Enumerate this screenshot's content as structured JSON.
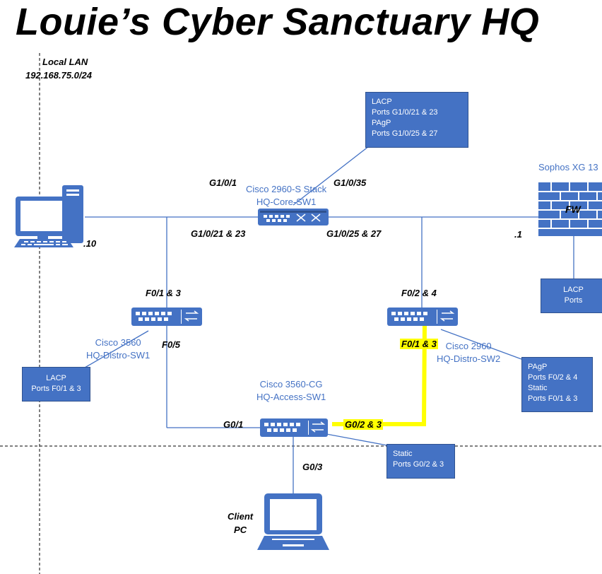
{
  "title": "Louie’s Cyber Sanctuary  HQ",
  "lan": {
    "name": "Local LAN",
    "subnet": "192.168.75.0/24"
  },
  "devices": {
    "core": {
      "model": "Cisco 2960-S Stack",
      "name": "HQ-Core-SW1"
    },
    "firewall": {
      "model": "Sophos XG 13",
      "tag": "FW"
    },
    "distro1": {
      "model": "Cisco 3560",
      "name": "HQ-Distro-SW1"
    },
    "distro2": {
      "model": "Cisco 2960",
      "name": "HQ-Distro-SW2"
    },
    "access": {
      "model": "Cisco 3560-CG",
      "name": "HQ-Access-SW1"
    },
    "client": {
      "line1": "Client",
      "line2": "PC"
    }
  },
  "ports": {
    "core_g1_0_1": "G1/0/1",
    "core_g1_0_35": "G1/0/35",
    "core_g1_0_21_23": "G1/0/21 & 23",
    "core_g1_0_25_27": "G1/0/25 & 27",
    "pc_ip": ".10",
    "fw_ip": ".1",
    "d1_f0_1_3": "F0/1 & 3",
    "d1_f0_5": "F0/5",
    "d2_f0_2_4": "F0/2 & 4",
    "d2_f0_1_3": "F0/1 & 3",
    "acc_g0_1": "G0/1",
    "acc_g0_2_3": "G0/2 & 3",
    "acc_g0_3": "G0/3"
  },
  "notes": {
    "core": [
      "LACP",
      "Ports G1/0/21 & 23",
      "PAgP",
      "Ports G1/0/25 & 27"
    ],
    "firewall": [
      "LACP",
      "Ports"
    ],
    "distro1": [
      "LACP",
      "Ports F0/1 & 3"
    ],
    "distro2": [
      "PAgP",
      "Ports F0/2 & 4",
      "Static",
      "Ports F0/1 & 3"
    ],
    "access": [
      "Static",
      "Ports G0/2 & 3"
    ]
  },
  "colors": {
    "accent": "#4472c4",
    "highlight": "#ffff00",
    "line": "#4472c4"
  }
}
